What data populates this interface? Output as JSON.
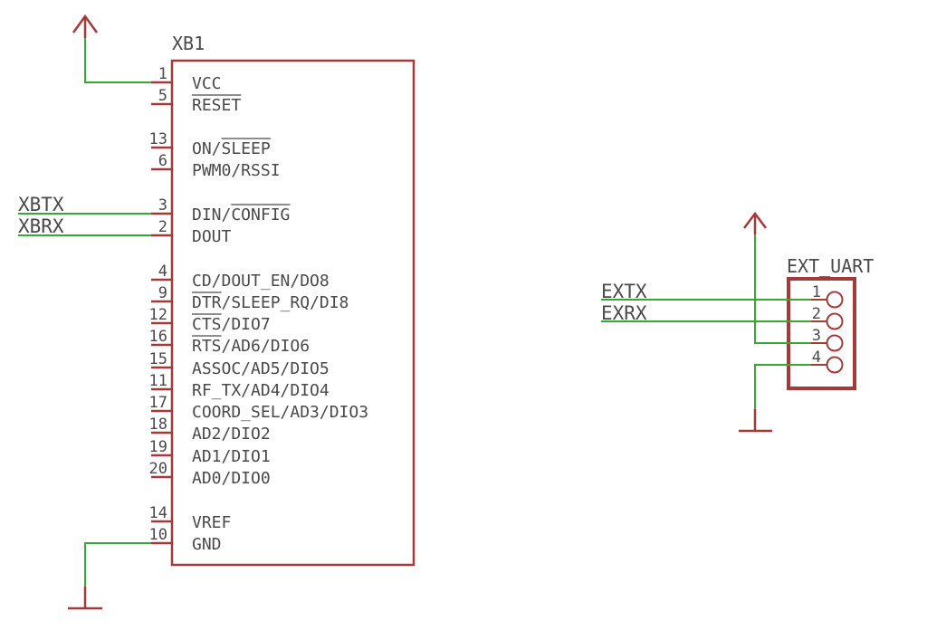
{
  "diagram": {
    "type": "schematic",
    "colors": {
      "component": "#a33a3a",
      "wire": "#3aa63a",
      "text": "#4a4a4a",
      "background": "#ffffff"
    },
    "xb1": {
      "name": "XB1",
      "pins": [
        {
          "num": "1",
          "label": "VCC",
          "overbar": "",
          "connected": "vcc"
        },
        {
          "num": "5",
          "label": "RESET",
          "overbar": "RESET"
        },
        {
          "num": "13",
          "label": "ON/SLEEP",
          "overbar": "SLEEP"
        },
        {
          "num": "6",
          "label": "PWM0/RSSI"
        },
        {
          "num": "3",
          "label": "DIN/CONFIG",
          "overbar": "CONFIG",
          "net": "XBTX"
        },
        {
          "num": "2",
          "label": "DOUT",
          "net": "XBRX"
        },
        {
          "num": "4",
          "label": "CD/DOUT_EN/DO8"
        },
        {
          "num": "9",
          "label": "DTR/SLEEP_RQ/DI8",
          "overbar": "DTR"
        },
        {
          "num": "12",
          "label": "CTS/DIO7",
          "overbar": "CTS"
        },
        {
          "num": "16",
          "label": "RTS/AD6/DIO6",
          "overbar": "RTS"
        },
        {
          "num": "15",
          "label": "ASSOC/AD5/DIO5"
        },
        {
          "num": "11",
          "label": "RF_TX/AD4/DIO4"
        },
        {
          "num": "17",
          "label": "COORD_SEL/AD3/DIO3"
        },
        {
          "num": "18",
          "label": "AD2/DIO2"
        },
        {
          "num": "19",
          "label": "AD1/DIO1"
        },
        {
          "num": "20",
          "label": "AD0/DIO0"
        },
        {
          "num": "14",
          "label": "VREF"
        },
        {
          "num": "10",
          "label": "GND",
          "connected": "gnd"
        }
      ]
    },
    "ext_uart": {
      "name": "EXT_UART",
      "pins": [
        {
          "num": "1",
          "net": "EXTX"
        },
        {
          "num": "2",
          "net": "EXRX"
        },
        {
          "num": "3",
          "connected": "vcc"
        },
        {
          "num": "4",
          "connected": "gnd"
        }
      ]
    },
    "nets": {
      "xbtx": "XBTX",
      "xbrx": "XBRX",
      "extx": "EXTX",
      "exrx": "EXRX"
    }
  }
}
